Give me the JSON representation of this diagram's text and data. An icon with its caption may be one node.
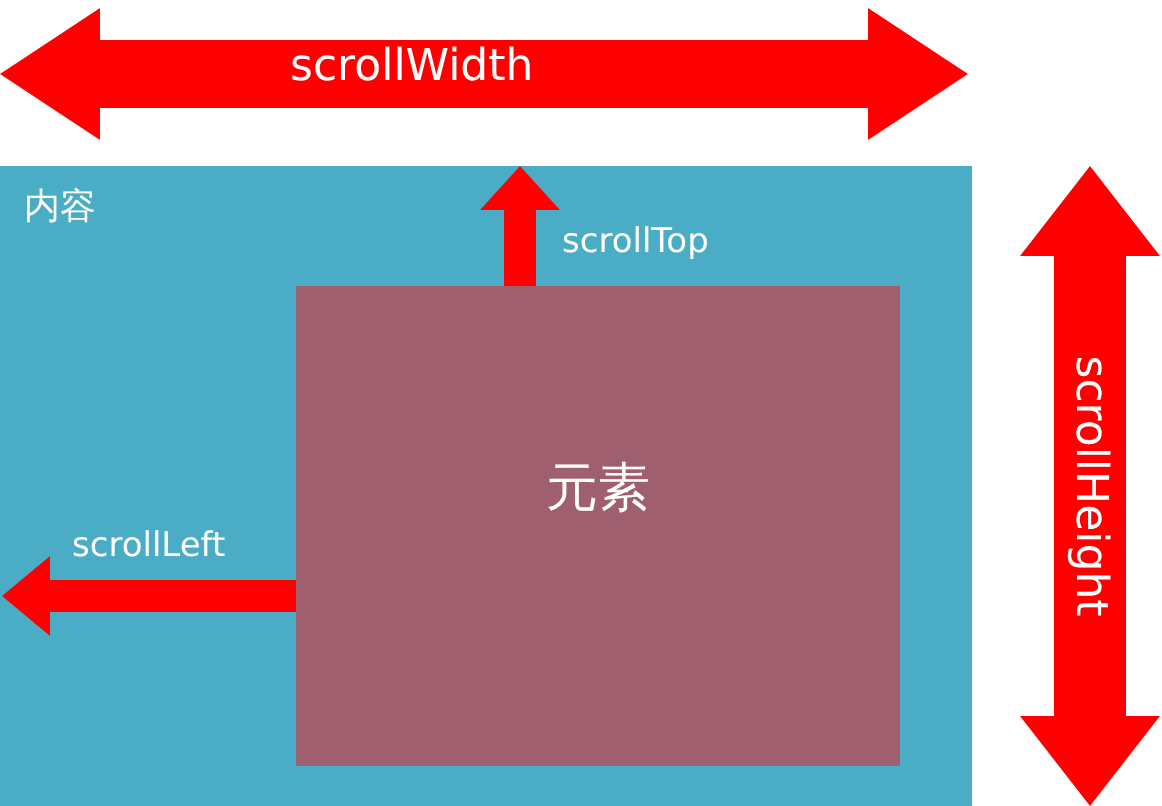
{
  "diagram": {
    "nodes": [
      {
        "text": [
          "内容"
        ]
      },
      {
        "text": [
          "元素"
        ],
        "in": 0
      }
    ],
    "labels": [
      "scrollWidth",
      "scrollTop",
      "scrollHeight",
      "scrollLeft"
    ]
  }
}
